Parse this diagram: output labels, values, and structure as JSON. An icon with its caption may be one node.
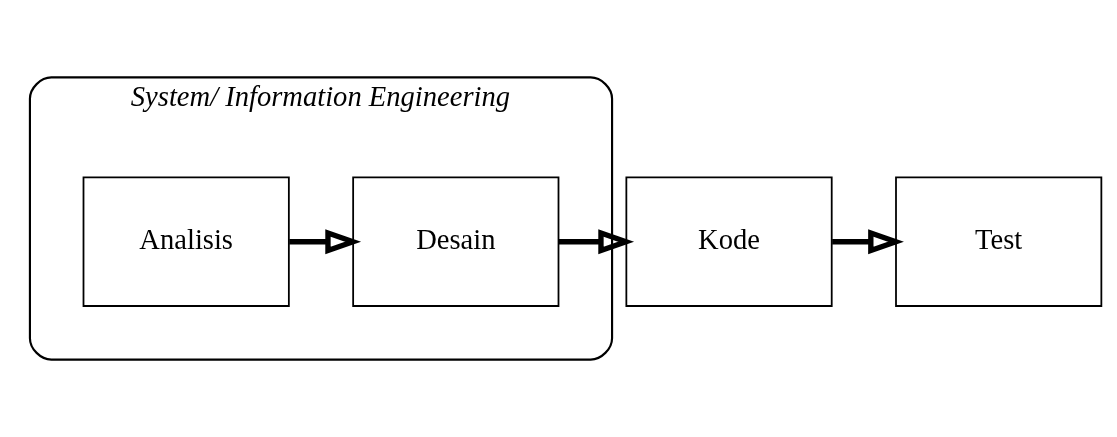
{
  "diagram": {
    "nodes": [
      {
        "text": [
          "System/ Information Engineering"
        ]
      },
      {
        "text": [
          "Analisis"
        ],
        "in": 0
      },
      {
        "text": [
          "Desain"
        ],
        "in": 0
      },
      {
        "text": [
          "Kode"
        ]
      },
      {
        "text": [
          "Test"
        ]
      }
    ],
    "edges": [
      {
        "from": 1,
        "to": 2,
        "arrow": "to"
      },
      {
        "from": 2,
        "to": 3,
        "arrow": "to"
      },
      {
        "from": 3,
        "to": 4,
        "arrow": "to"
      }
    ]
  }
}
